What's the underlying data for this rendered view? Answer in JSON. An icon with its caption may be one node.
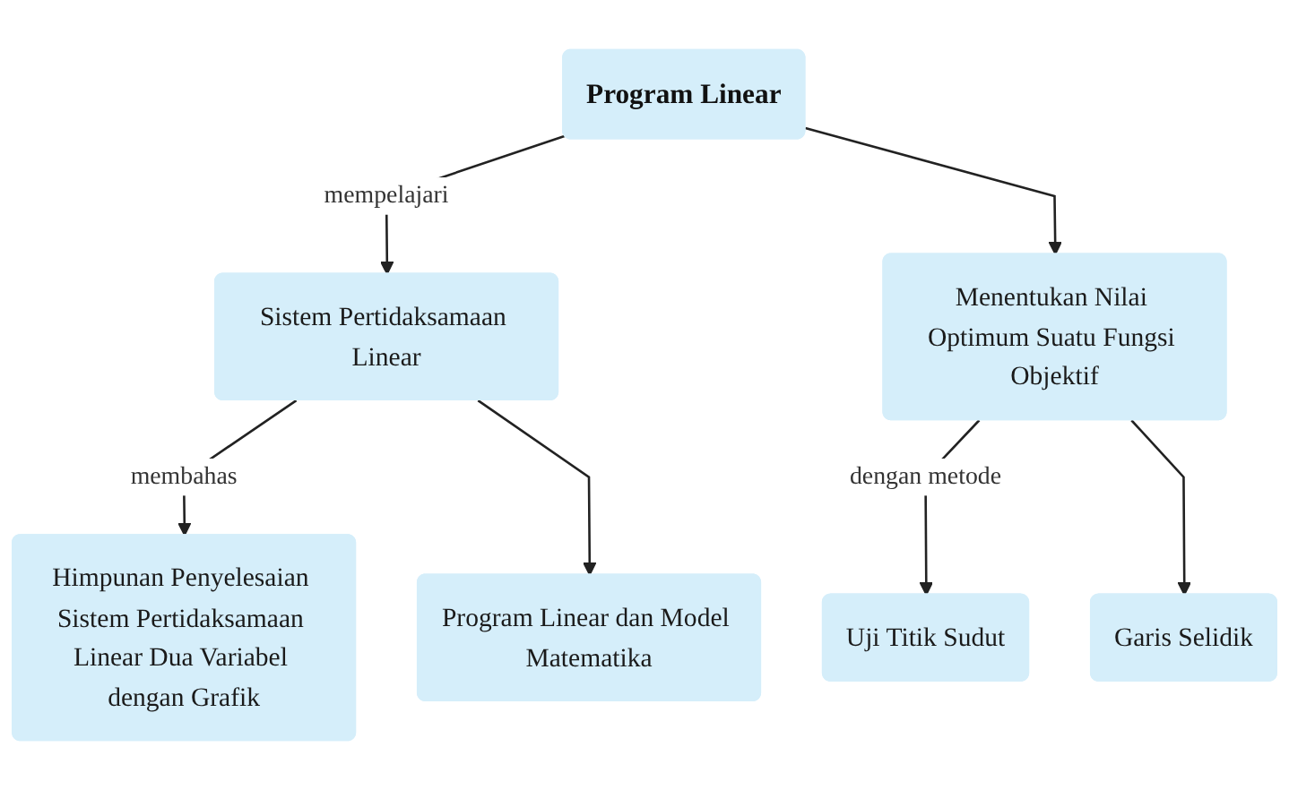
{
  "diagram": {
    "nodes": [
      {
        "text": [
          "Program Linear"
        ]
      },
      {
        "text": [
          "Sistem Pertidaksamaan Linear"
        ]
      },
      {
        "text": [
          "Menentukan Nilai Optimum Suatu Fungsi Objektif"
        ]
      },
      {
        "text": [
          "Himpunan Penyelesaian Sistem Pertidaksamaan Linear Dua Variabel dengan Grafik"
        ]
      },
      {
        "text": [
          "Program Linear dan Model Matematika"
        ]
      },
      {
        "text": [
          "Uji Titik Sudut"
        ]
      },
      {
        "text": [
          "Garis Selidik"
        ]
      }
    ],
    "edges": [
      {
        "from": 0,
        "to": 1,
        "arrow": "to",
        "label": "mempelajari"
      },
      {
        "from": 0,
        "to": 2,
        "arrow": "to"
      },
      {
        "from": 1,
        "to": 3,
        "arrow": "to",
        "label": "membahas"
      },
      {
        "from": 1,
        "to": 4,
        "arrow": "to"
      },
      {
        "from": 2,
        "to": 5,
        "arrow": "to",
        "label": "dengan metode"
      },
      {
        "from": 2,
        "to": 6,
        "arrow": "to"
      }
    ]
  }
}
